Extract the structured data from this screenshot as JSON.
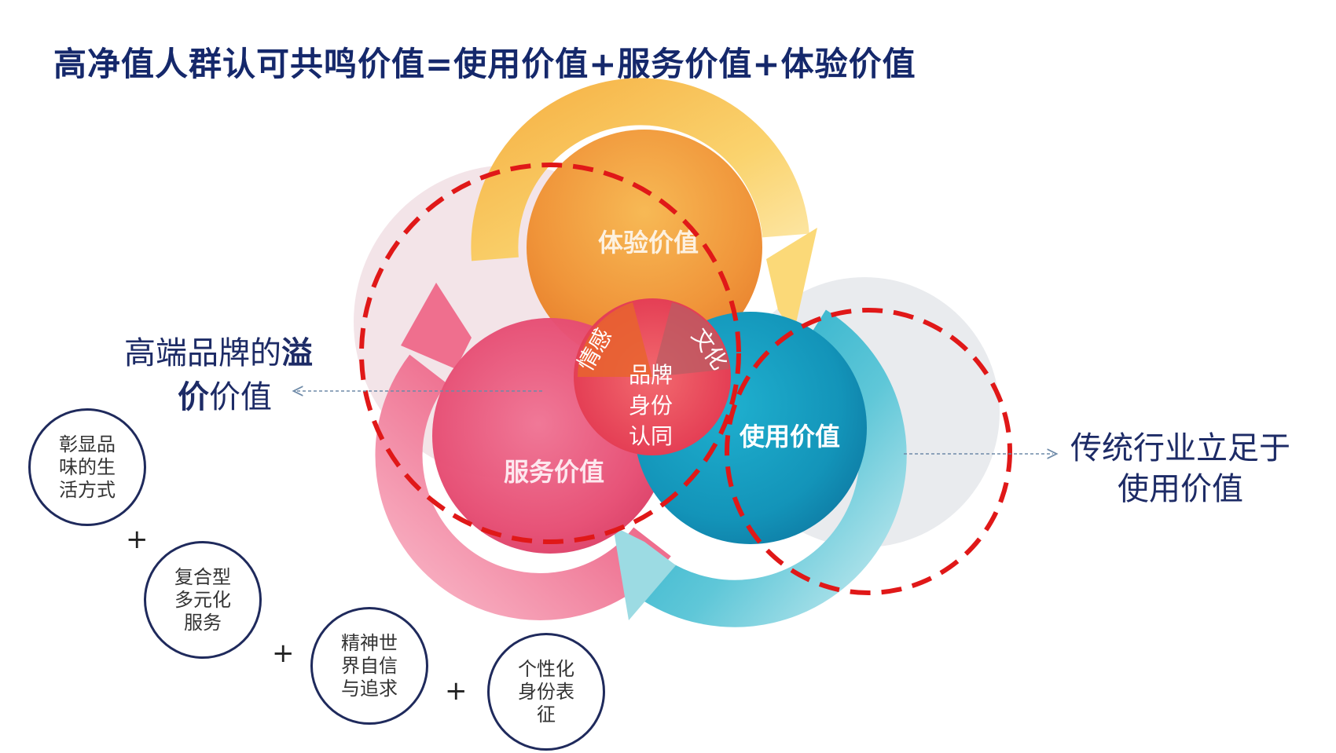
{
  "title": "高净值人群认可共鸣价值=使用价值+服务价值+体验价值",
  "diagram": {
    "experience_value": "体验价值",
    "service_value": "服务价值",
    "use_value": "使用价值",
    "emotion": "情感",
    "culture": "文化",
    "core": [
      "品牌",
      "身份",
      "认同"
    ]
  },
  "left_label": {
    "prefix": "高端品牌的",
    "bold1": "溢",
    "bold2": "价",
    "suffix": "价值"
  },
  "right_label": {
    "line1": "传统行业立足于",
    "line2": "使用价值"
  },
  "bubbles": [
    "彰显品味的生活方式",
    "复合型多元化服务",
    "精神世界自信与追求",
    "个性化身份表征"
  ],
  "plus_sign": "+",
  "colors": {
    "title": "#15286b",
    "dashed_circle": "#e01818",
    "experience": "#f2a23a",
    "service": "#e9517a",
    "use": "#1a93b8",
    "core": "#e8445a"
  }
}
